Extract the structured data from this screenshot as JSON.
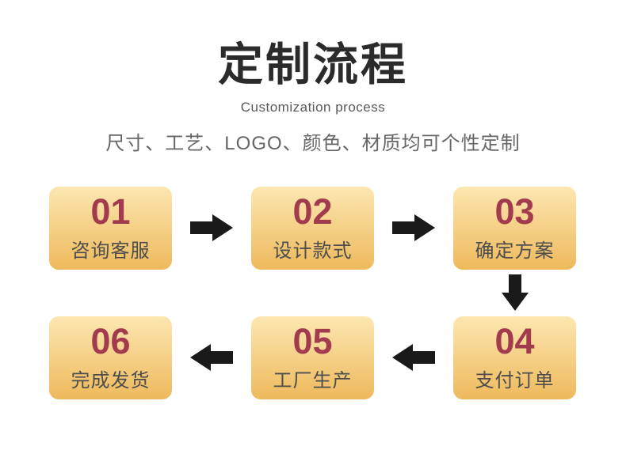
{
  "header": {
    "title": "定制流程",
    "subtitle": "Customization process",
    "description": "尺寸、工艺、LOGO、颜色、材质均可个性定制"
  },
  "flow": {
    "steps": [
      {
        "number": "01",
        "label": "咨询客服"
      },
      {
        "number": "02",
        "label": "设计款式"
      },
      {
        "number": "03",
        "label": "确定方案"
      },
      {
        "number": "04",
        "label": "支付订单"
      },
      {
        "number": "05",
        "label": "工厂生产"
      },
      {
        "number": "06",
        "label": "完成发货"
      }
    ],
    "connectors": [
      "right",
      "right",
      "down",
      "left",
      "left"
    ]
  },
  "theme": {
    "background": "#ffffff",
    "box_gradient_top": "#fce7b1",
    "box_gradient_bottom": "#eeb95c",
    "number_color": "#a23b4e",
    "label_color": "#4d4d4d",
    "title_color": "#2b2b2b",
    "subtitle_color": "#595959",
    "description_color": "#666666",
    "arrow_color": "#1a1a1a"
  }
}
